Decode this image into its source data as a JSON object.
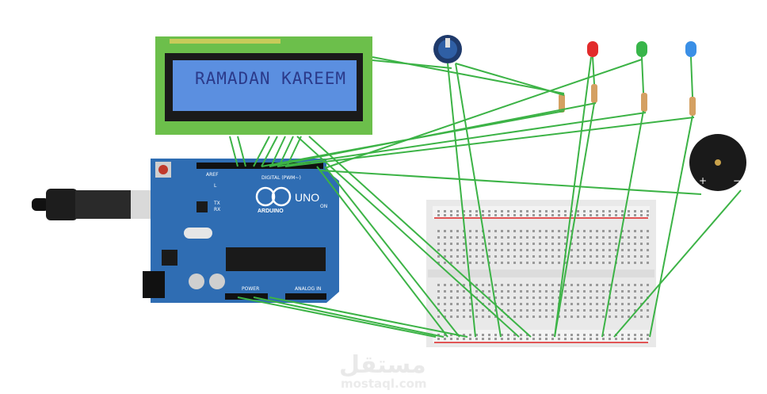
{
  "lcd": {
    "text": "RAMADAN KAREEM"
  },
  "arduino": {
    "logo_text": "ARDUINO",
    "model_text": "UNO",
    "digital_label": "DIGITAL (PWM~)",
    "power_label": "POWER",
    "analog_label": "ANALOG IN",
    "led_l_label": "L",
    "tx_label": "TX",
    "rx_label": "RX",
    "on_label": "ON",
    "aref_label": "AREF"
  },
  "buzzer": {
    "plus_label": "+",
    "minus_label": "−"
  },
  "watermark": {
    "arabic": "مستقل",
    "latin": "mostaql.com"
  },
  "colors": {
    "wire": "#3cb346",
    "board": "#2f6db3",
    "lcd_frame": "#6cbf4b",
    "lcd_screen": "#5b8fe0",
    "breadboard": "#e9e9e9",
    "led_red": "#e22b2b",
    "led_green": "#38b54a",
    "led_blue": "#3a8fe6"
  },
  "leds": [
    {
      "color": "red"
    },
    {
      "color": "green"
    },
    {
      "color": "blue"
    }
  ]
}
